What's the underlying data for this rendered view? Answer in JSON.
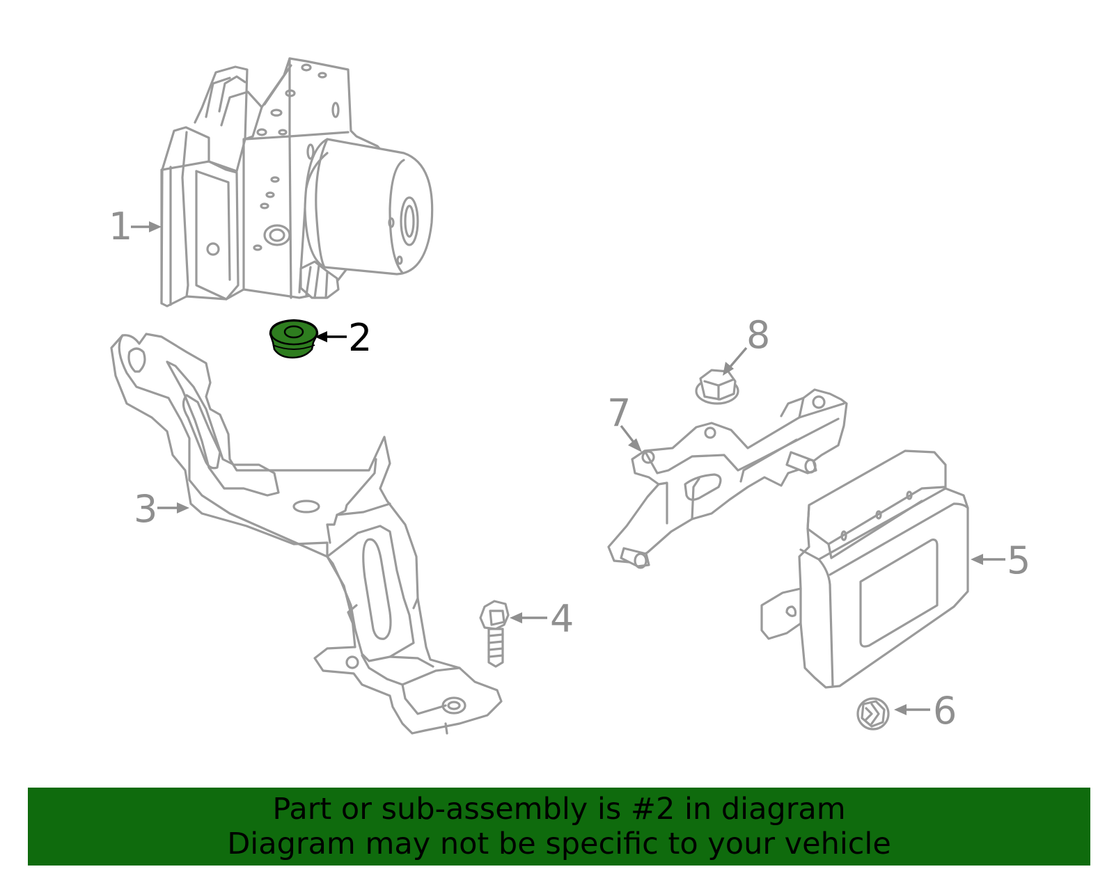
{
  "callouts": {
    "c1": "1",
    "c2": "2",
    "c3": "3",
    "c4": "4",
    "c5": "5",
    "c6": "6",
    "c7": "7",
    "c8": "8"
  },
  "highlight": {
    "part_number": "2",
    "color": "#2e7d1f"
  },
  "banner": {
    "line1": "Part or sub-assembly is #2 in diagram",
    "line2": "Diagram may not be specific to your vehicle",
    "background": "#0f6b0d"
  }
}
